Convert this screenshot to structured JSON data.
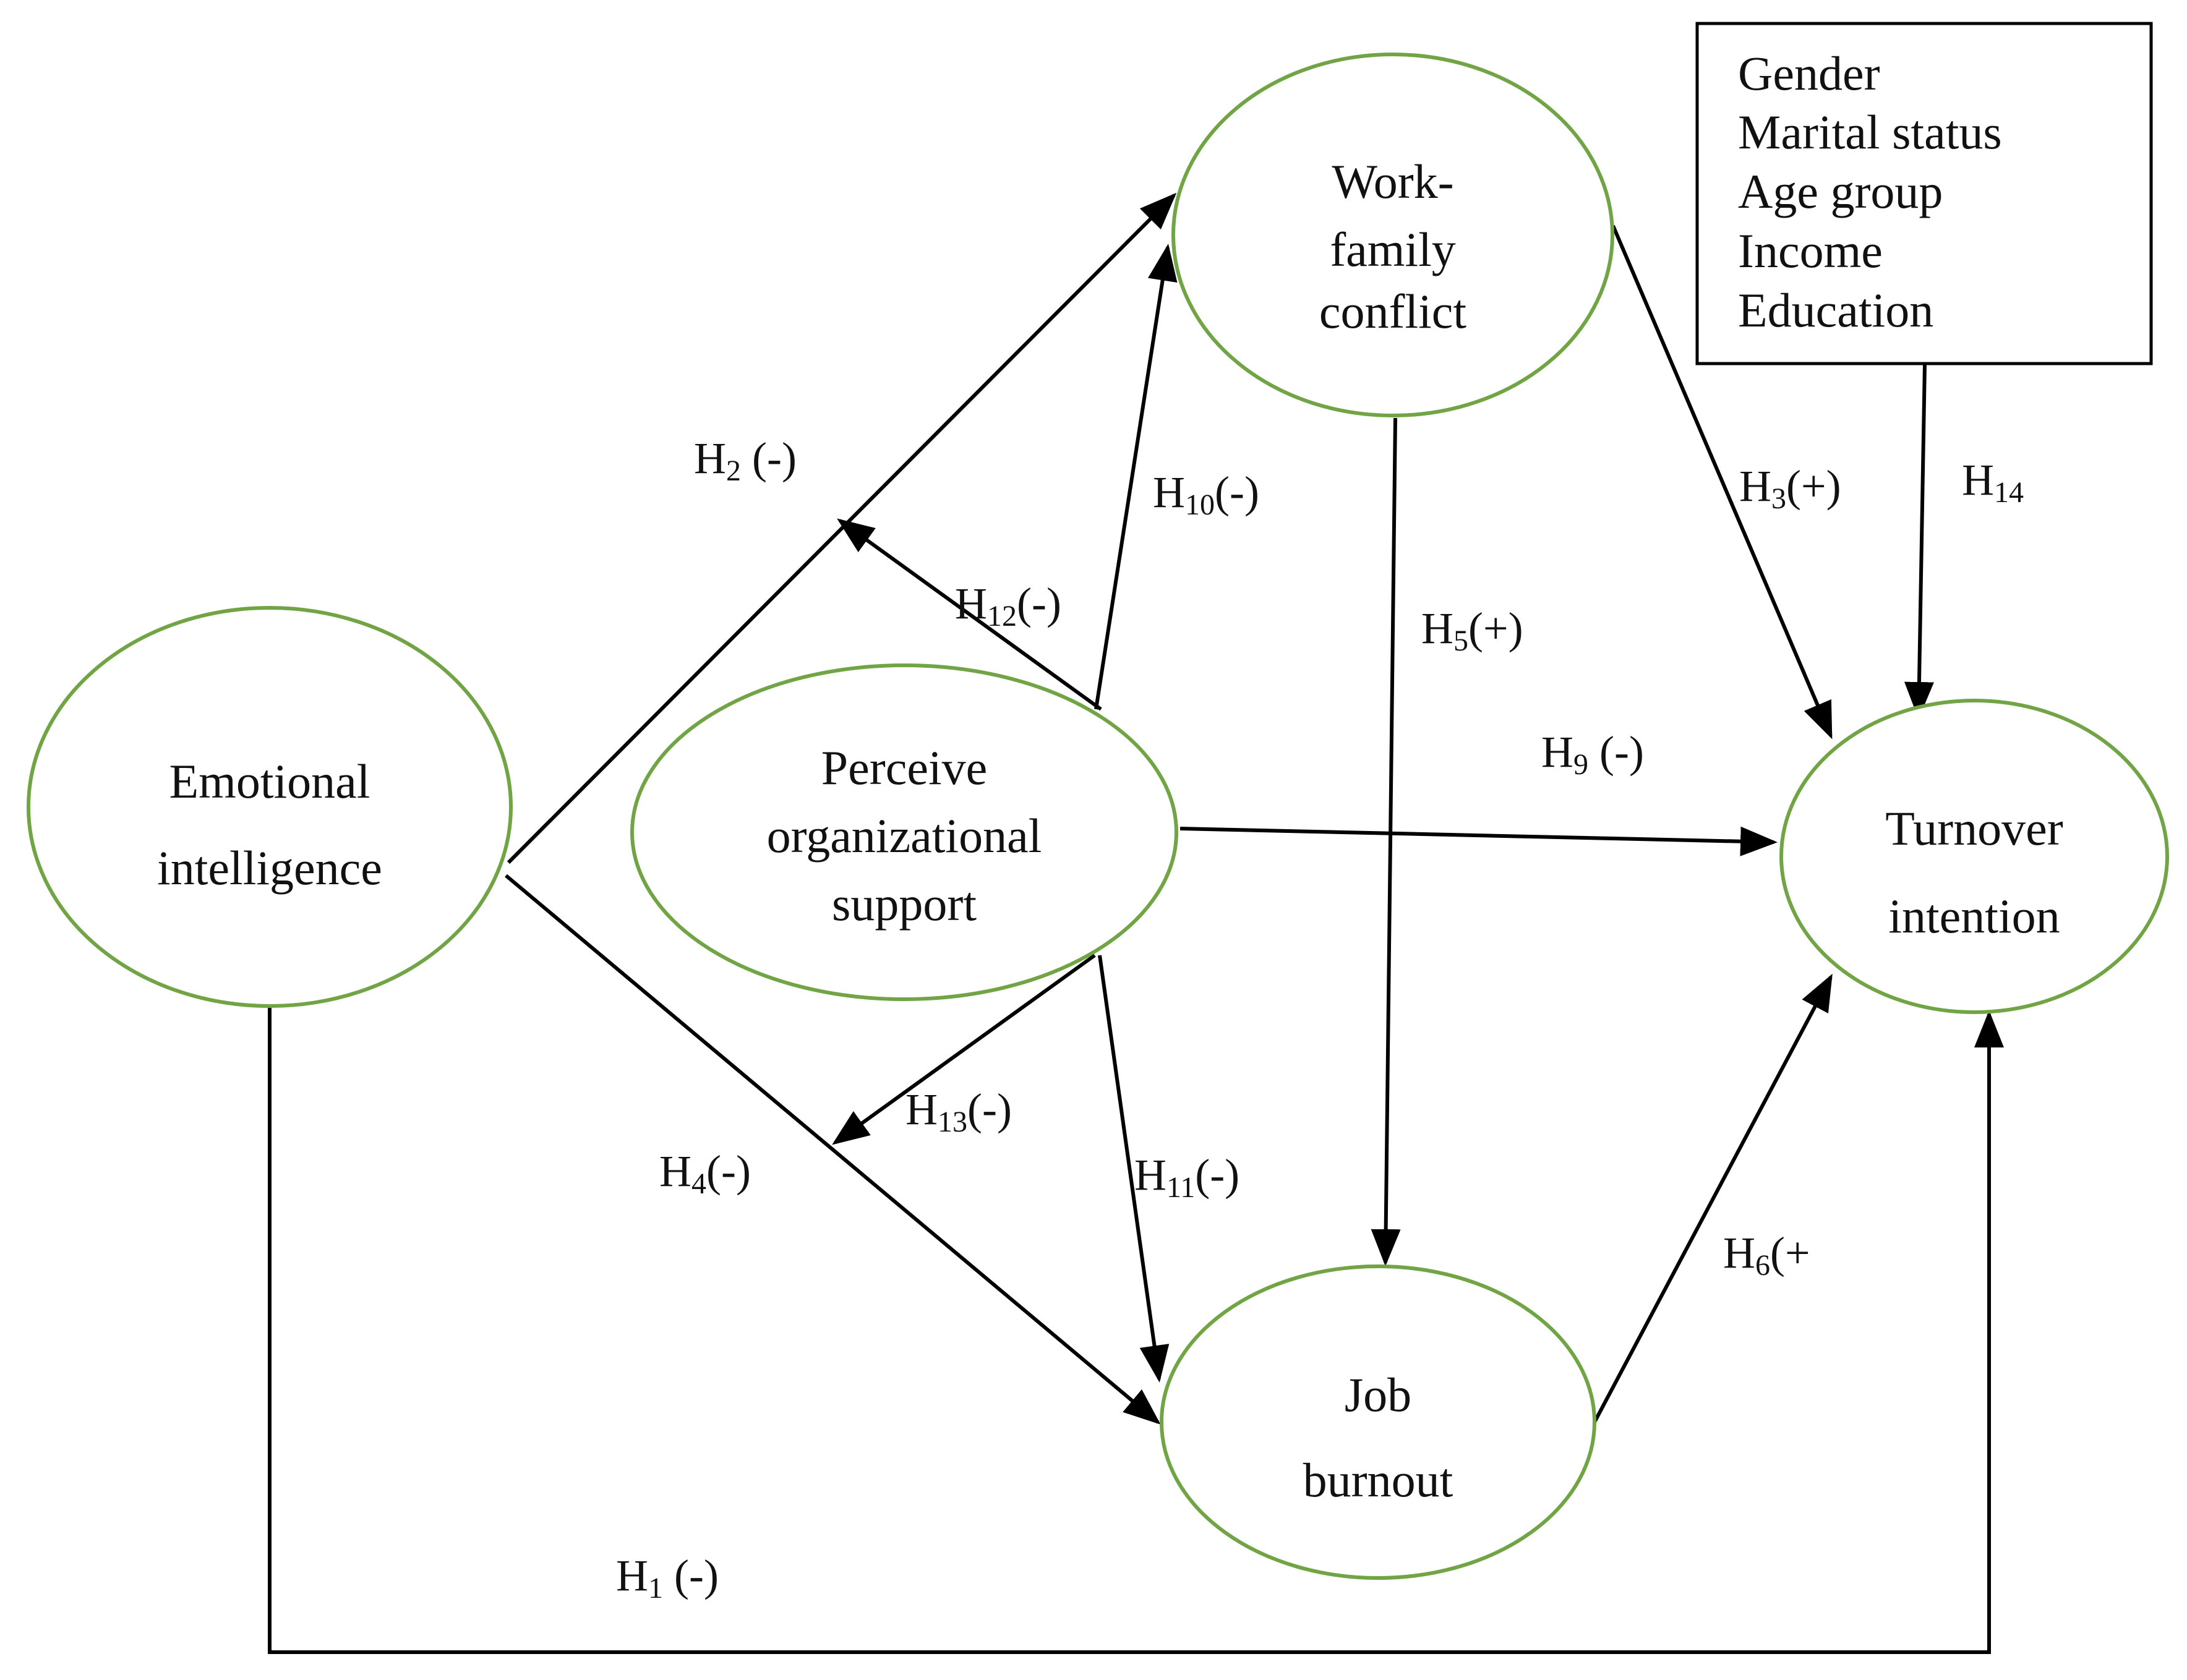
{
  "nodes": {
    "emotional_intelligence": {
      "line1": "Emotional",
      "line2": "intelligence"
    },
    "perceived_support": {
      "line1": "Perceive",
      "line2": "organizational",
      "line3": "support"
    },
    "work_family_conflict": {
      "line1": "Work-",
      "line2": "family",
      "line3": "conflict"
    },
    "job_burnout": {
      "line1": "Job",
      "line2": "burnout"
    },
    "turnover_intention": {
      "line1": "Turnover",
      "line2": "intention"
    }
  },
  "control_variables": [
    "Gender",
    "Marital status",
    "Age group",
    "Income",
    "Education"
  ],
  "hypotheses": {
    "h1": {
      "h": "H",
      "n": "1",
      "sign": " (-)"
    },
    "h2": {
      "h": "H",
      "n": "2",
      "sign": " (-)"
    },
    "h3": {
      "h": "H",
      "n": "3",
      "sign": "(+)"
    },
    "h4": {
      "h": "H",
      "n": "4",
      "sign": "(-)"
    },
    "h5": {
      "h": "H",
      "n": "5",
      "sign": "(+)"
    },
    "h6": {
      "h": "H",
      "n": "6",
      "sign": "(+"
    },
    "h9": {
      "h": "H",
      "n": "9",
      "sign": " (-)"
    },
    "h10": {
      "h": "H",
      "n": "10",
      "sign": "(-)"
    },
    "h11": {
      "h": "H",
      "n": "11",
      "sign": "(-)"
    },
    "h12": {
      "h": "H",
      "n": "12",
      "sign": "(-)"
    },
    "h13": {
      "h": "H",
      "n": "13",
      "sign": "(-)"
    },
    "h14": {
      "h": "H",
      "n": "14",
      "sign": ""
    }
  },
  "colors": {
    "node_outline": "#70a444",
    "arrow": "#000000"
  }
}
